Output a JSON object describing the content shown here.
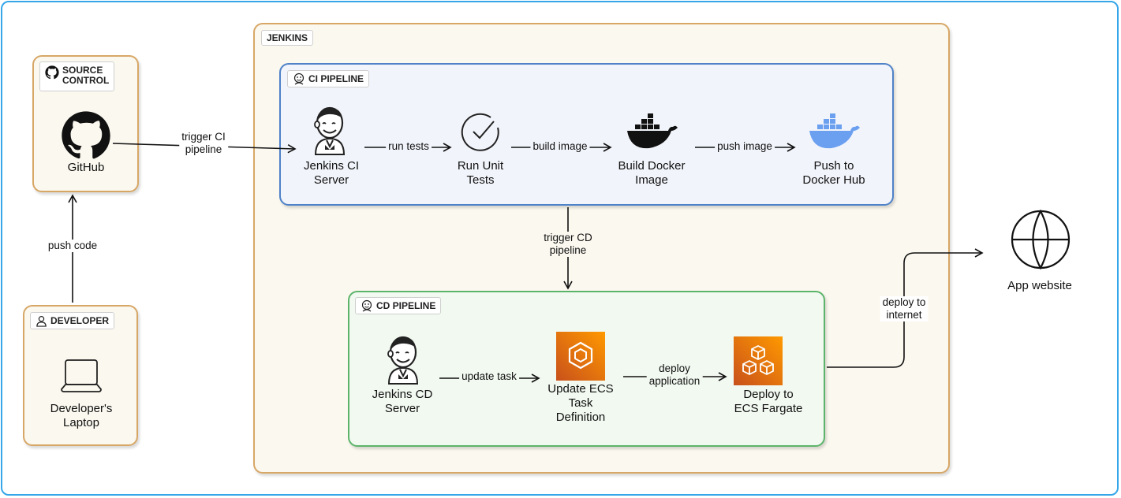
{
  "groups": {
    "source_control": "SOURCE\nCONTROL",
    "developer": "DEVELOPER",
    "jenkins": "JENKINS",
    "ci_pipeline": "CI PIPELINE",
    "cd_pipeline": "CD PIPELINE"
  },
  "nodes": {
    "github": "GitHub",
    "laptop": "Developer's\nLaptop",
    "jenkins_ci": "Jenkins CI\nServer",
    "run_tests": "Run Unit\nTests",
    "build_image": "Build Docker\nImage",
    "push_hub": "Push to\nDocker Hub",
    "jenkins_cd": "Jenkins CD\nServer",
    "update_ecs": "Update ECS\nTask\nDefinition",
    "deploy_fargate": "Deploy to\nECS Fargate",
    "app_website": "App website"
  },
  "edges": {
    "push_code": "push code",
    "trigger_ci": "trigger CI\npipeline",
    "run_tests": "run tests",
    "build_image": "build image",
    "push_image": "push image",
    "trigger_cd": "trigger CD\npipeline",
    "update_task": "update task",
    "deploy_app": "deploy\napplication",
    "deploy_internet": "deploy to\ninternet"
  },
  "icons": {
    "github": "github-icon",
    "laptop": "laptop-icon",
    "jenkins": "jenkins-icon",
    "check": "check-circle-icon",
    "docker": "docker-icon",
    "ecs": "ecs-icon",
    "fargate": "fargate-icon",
    "globe": "globe-icon",
    "user": "user-icon"
  },
  "colors": {
    "frame": "#35a6e8",
    "jenkins_border": "#d7a766",
    "ci_border": "#4f82c8",
    "cd_border": "#5cb46a",
    "docker_dark": "#111111",
    "docker_blue": "#6b9ff0",
    "aws_orange": "#e8801c"
  }
}
